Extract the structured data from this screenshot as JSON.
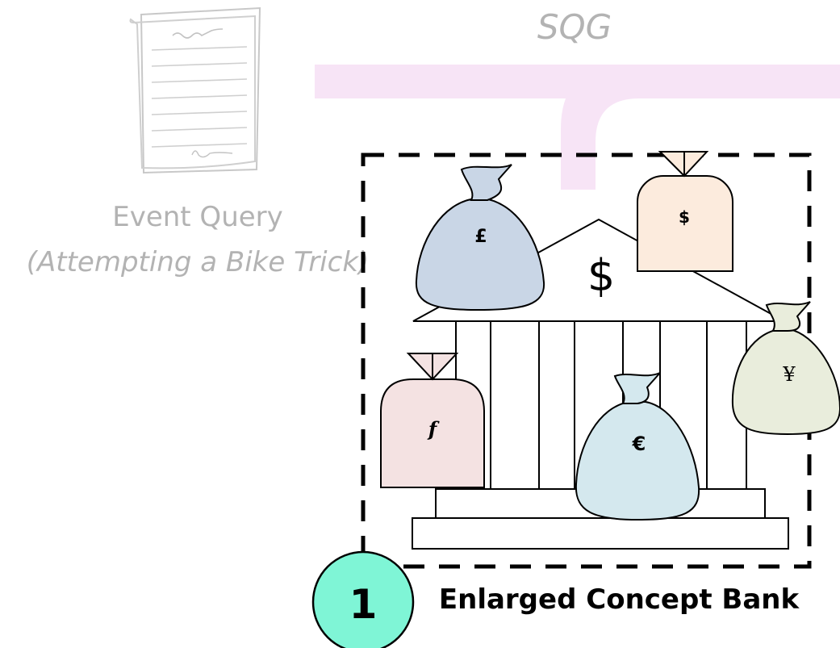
{
  "header": {
    "sqg_label": "SQG"
  },
  "event_query": {
    "title": "Event Query",
    "subtitle": "(Attempting a Bike Trick)"
  },
  "bank": {
    "dollar_sign": "$",
    "bags": {
      "pound": "£",
      "dollar": "$",
      "yen": "¥",
      "florin": "f",
      "euro": "€"
    }
  },
  "step": {
    "number": "1",
    "label": "Enlarged Concept Bank"
  },
  "colors": {
    "pink_bar": "#f7e4f6",
    "pound_bag": "#c9d6e6",
    "dollar_bag": "#fcebdd",
    "yen_bag": "#e9eddc",
    "florin_bag": "#f4e2e2",
    "euro_bag": "#d4e8ee",
    "step_circle": "#7ff5d6"
  }
}
